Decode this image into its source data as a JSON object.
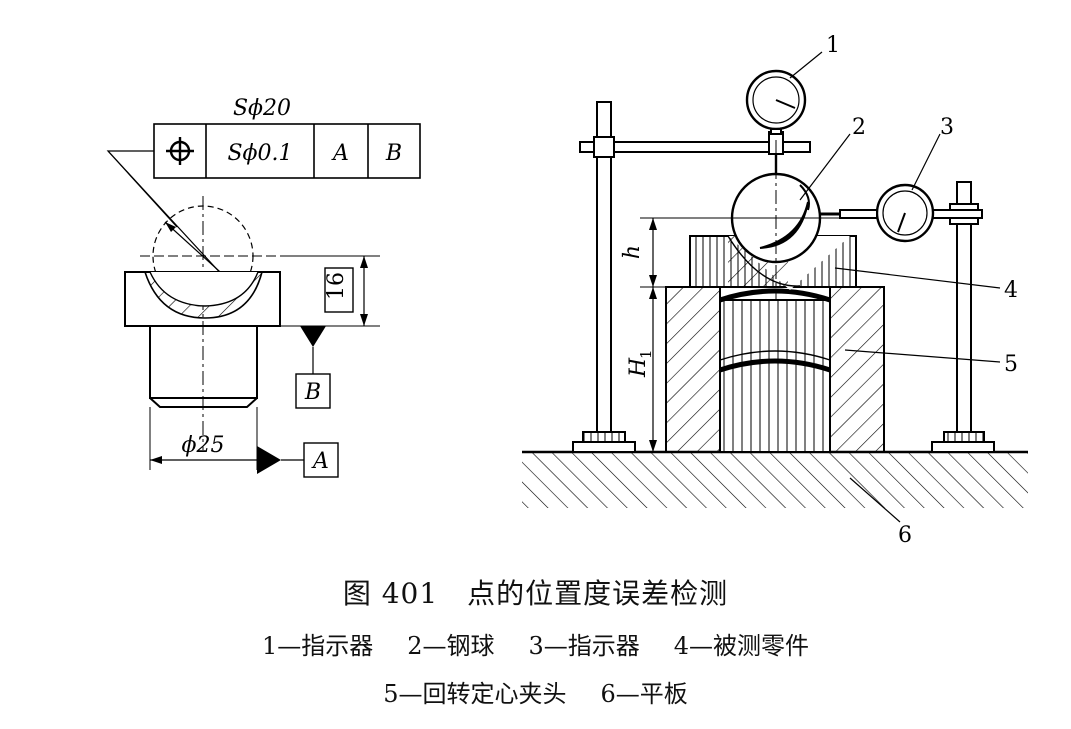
{
  "figure": {
    "left_drawing": {
      "ball_dimension": "Sϕ20",
      "tolerance_frame": {
        "symbol": "position-symbol",
        "tolerance": "Sϕ0.1",
        "datum_1": "A",
        "datum_2": "B"
      },
      "depth_dimension": "16",
      "diameter_dimension": "ϕ25",
      "datum_b_label": "B",
      "datum_a_label": "A"
    },
    "right_drawing": {
      "callouts": [
        "1",
        "2",
        "3",
        "4",
        "5",
        "6"
      ],
      "height_label_h": "h",
      "height_label_H": "H",
      "height_label_H_sub": "1"
    }
  },
  "caption": {
    "title": "图 401　点的位置度误差检测",
    "legend": [
      "1—指示器",
      "2—钢球",
      "3—指示器",
      "4—被测零件",
      "5—回转定心夹头",
      "6—平板"
    ]
  }
}
